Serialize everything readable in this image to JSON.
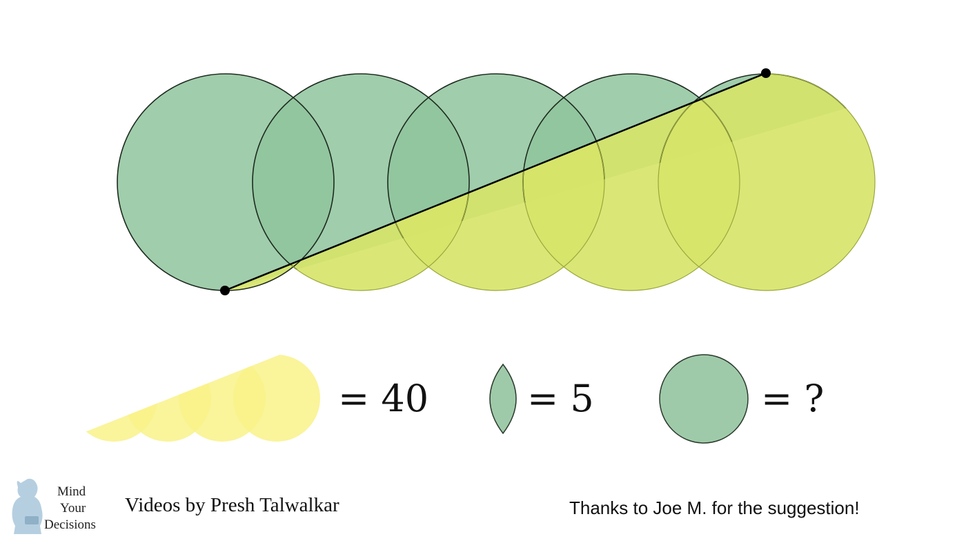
{
  "colors": {
    "green": "#8fc49c",
    "yellow_green": "#cfe15b",
    "yellow": "#f7f07a",
    "line": "#000000"
  },
  "equations": {
    "triangle_value": "= 40",
    "lens_value": "= 5",
    "circle_value": "= ?"
  },
  "logo": {
    "icon": "thinker-statue-icon",
    "line1": "Mind",
    "line2": "Your",
    "line3": "Decisions"
  },
  "credits": {
    "author": "Videos by Presh Talwalkar",
    "thanks": "Thanks to Joe M. for the suggestion!"
  }
}
